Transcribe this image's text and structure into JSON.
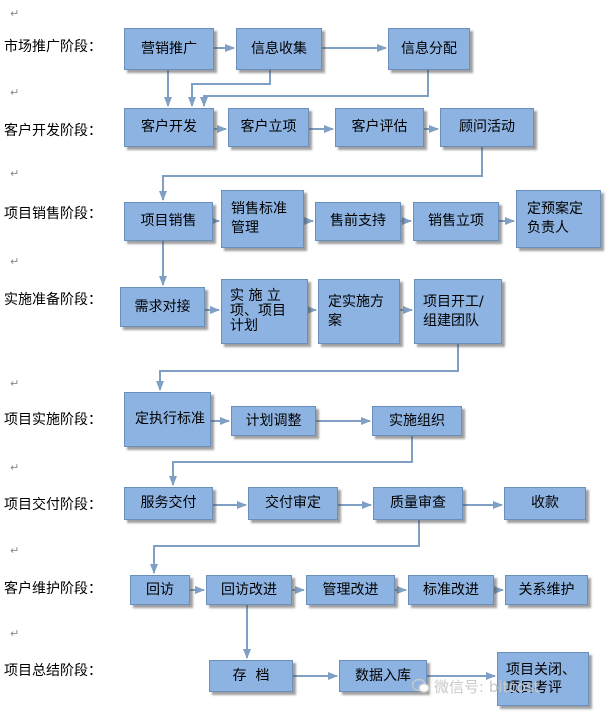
{
  "stages": [
    {
      "label": "市场推广阶段："
    },
    {
      "label": "客户开发阶段："
    },
    {
      "label": "项目销售阶段："
    },
    {
      "label": "实施准备阶段："
    },
    {
      "label": "项目实施阶段："
    },
    {
      "label": "项目交付阶段："
    },
    {
      "label": "客户维护阶段："
    },
    {
      "label": "项目总结阶段："
    }
  ],
  "paragraph_mark": "↵",
  "boxes": {
    "marketing_promotion": "营销推广",
    "info_collect": "信息收集",
    "info_distribute": "信息分配",
    "customer_develop": "客户开发",
    "customer_setup": "客户立项",
    "customer_assess": "客户评估",
    "consult_activity": "顾问活动",
    "project_sales": "项目销售",
    "sales_standard": "销售标准管理",
    "presales_support": "售前支持",
    "sales_setup": "销售立项",
    "plan_owner": "定预案定负责人",
    "demand_meeting": "需求对接",
    "impl_setup_line1": "实 施 立",
    "impl_setup_line2": "项、项目",
    "impl_setup_line3": "计划",
    "impl_plan": "定实施方案",
    "project_start": "项目开工/组建团队",
    "exec_standard": "定执行标准",
    "plan_adjust": "计划调整",
    "impl_org": "实施组织",
    "service_delivery": "服务交付",
    "delivery_review": "交付审定",
    "quality_review": "质量审查",
    "payment": "收款",
    "return_visit": "回访",
    "visit_improve": "回访改进",
    "mgmt_improve": "管理改进",
    "std_improve": "标准改进",
    "relation_maintain": "关系维护",
    "archive": "存  档",
    "data_storage": "数据入库",
    "project_close": "项目关闭、项目考评"
  },
  "watermark": "微信号: bitcost",
  "colors": {
    "box_fill": "#8db3e2",
    "box_border": "#6a8fbd",
    "arrow": "#7f9fc4"
  }
}
